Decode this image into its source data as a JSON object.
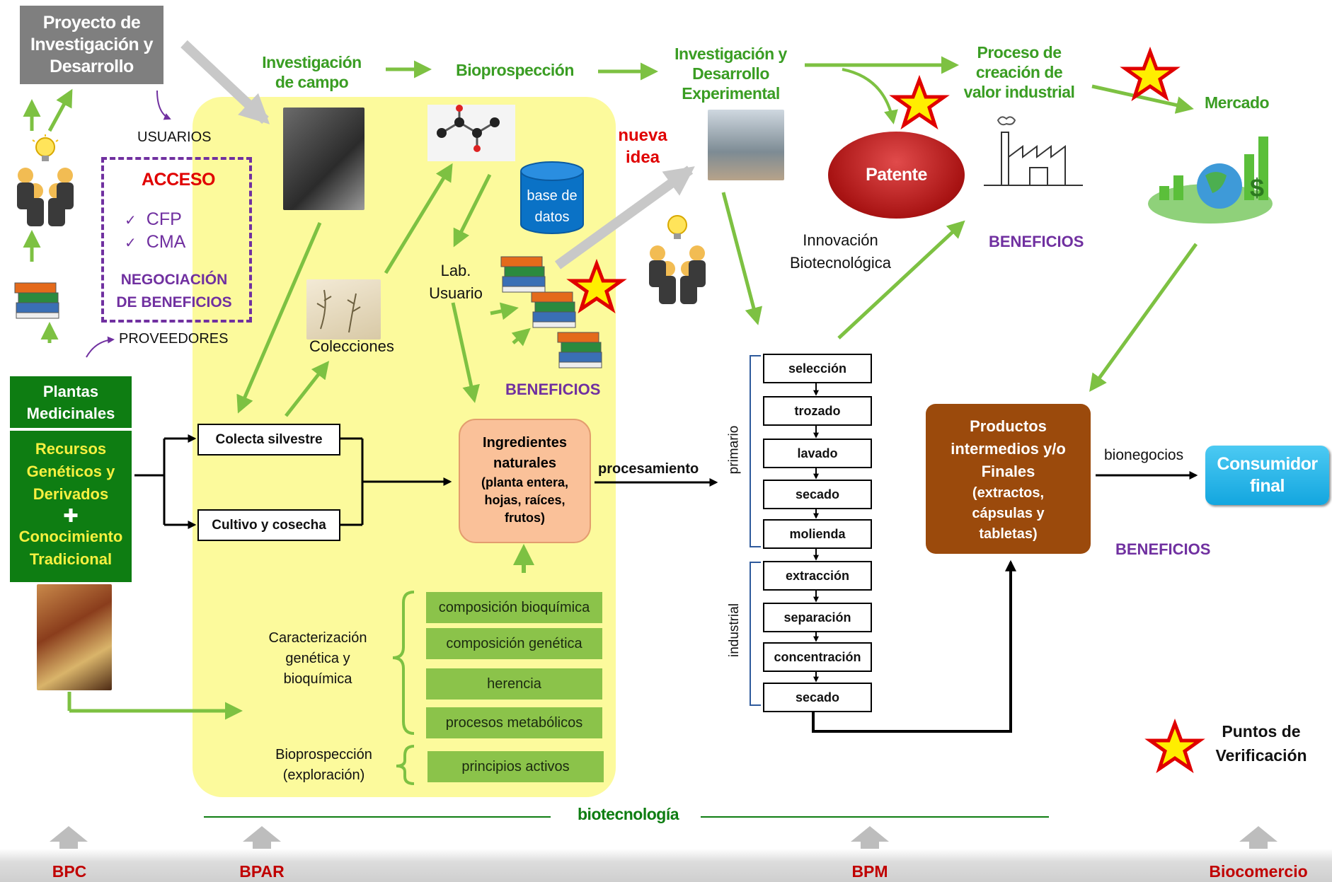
{
  "top": {
    "project": "Proyecto de Investigación y Desarrollo",
    "inv_campo": "Investigación de campo",
    "bioprospeccion": "Bioprospección",
    "inv_experimental": "Investigación y Desarrollo Experimental",
    "proceso_valor": "Proceso de creación de valor industrial",
    "mercado": "Mercado"
  },
  "left": {
    "usuarios": "USUARIOS",
    "acceso": "ACCESO",
    "cfp": "CFP",
    "cma": "CMA",
    "check": "✓",
    "negociacion": "NEGOCIACIÓN DE BENEFICIOS",
    "proveedores": "PROVEEDORES",
    "plantas": "Plantas Medicinales",
    "recursos": "Recursos Genéticos y Derivados",
    "plus": "✚",
    "conocimiento": "Conocimiento Tradicional"
  },
  "middle": {
    "colecciones": "Colecciones",
    "colecta": "Colecta silvestre",
    "cultivo": "Cultivo y cosecha",
    "lab_usuario": "Lab. Usuario",
    "base_datos": "base de datos",
    "nueva_idea": "nueva idea",
    "beneficios": "BENEFICIOS",
    "ingredientes_title": "Ingredientes naturales",
    "ingredientes_detail": "(planta entera, hojas, raíces, frutos)",
    "procesamiento": "procesamiento",
    "caracterizacion": "Caracterización genética y bioquímica",
    "bioprospeccion_exp": "Bioprospección (exploración)",
    "char_items": [
      "composición bioquímica",
      "composición genética",
      "herencia",
      "procesos metabólicos"
    ],
    "principios": "principios activos"
  },
  "right": {
    "patente": "Patente",
    "innovacion": "Innovación Biotecnológica",
    "beneficios_top": "BENEFICIOS",
    "primario": "primario",
    "industrial": "industrial",
    "steps_primary": [
      "selección",
      "trozado",
      "lavado",
      "secado",
      "molienda"
    ],
    "steps_industrial": [
      "extracción",
      "separación",
      "concentración",
      "secado"
    ],
    "productos_title": "Productos intermedios y/o Finales",
    "productos_detail": "(extractos, cápsulas y tabletas)",
    "bionegocios": "bionegocios",
    "consumidor": "Consumidor final",
    "beneficios_bottom": "BENEFICIOS",
    "puntos": "Puntos de Verificación"
  },
  "bottom": {
    "biotecnologia": "biotecnología",
    "labels": [
      "BPC",
      "BPAR",
      "BPM",
      "Biocomercio"
    ]
  },
  "colors": {
    "green_arrow": "#7dc142",
    "yellow_panel": "#fcfa9c",
    "dark_green": "#0e7d12",
    "brown": "#9b4a0c",
    "red_label": "#c00000",
    "purple": "#7030a0",
    "cyan": "#1eb4ea"
  }
}
